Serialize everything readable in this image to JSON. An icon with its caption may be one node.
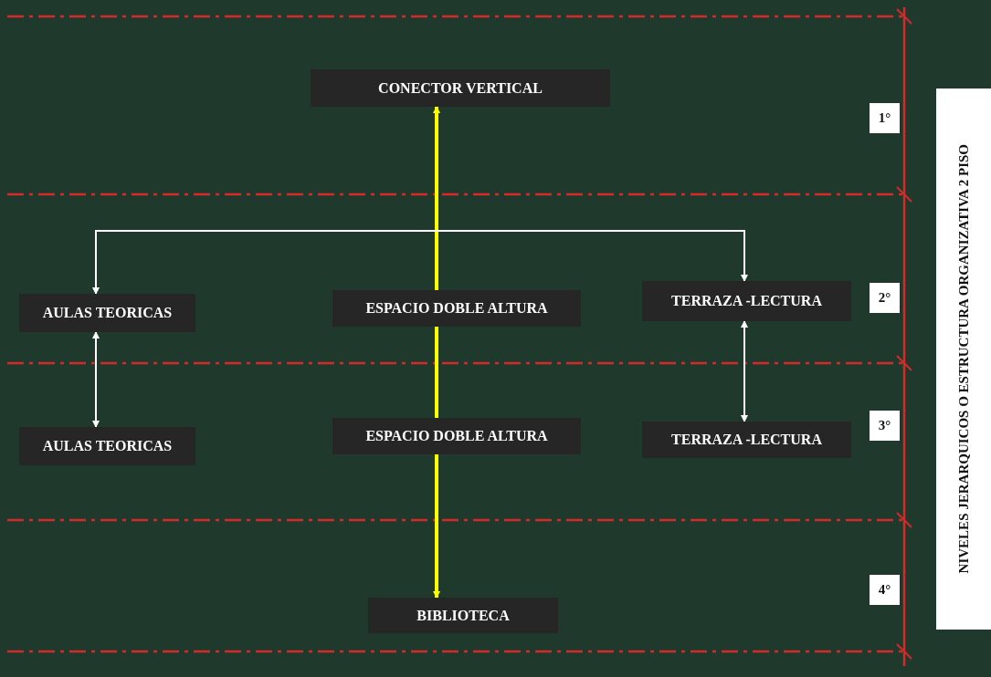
{
  "diagram": {
    "nodes": [
      {
        "text": [
          "CONECTOR VERTICAL"
        ]
      },
      {
        "text": [
          "AULAS TEORICAS"
        ]
      },
      {
        "text": [
          "ESPACIO DOBLE ALTURA"
        ]
      },
      {
        "text": [
          "TERRAZA -LECTURA"
        ]
      },
      {
        "text": [
          "AULAS TEORICAS"
        ]
      },
      {
        "text": [
          "ESPACIO DOBLE ALTURA"
        ]
      },
      {
        "text": [
          "TERRAZA -LECTURA"
        ]
      },
      {
        "text": [
          "BIBLIOTECA"
        ]
      }
    ],
    "edges": [
      {
        "from": 2,
        "to": 0,
        "arrow": "to",
        "style": "thick",
        "color": "#ffff00"
      },
      {
        "from": 2,
        "to": 5,
        "arrow": "none",
        "style": "thick",
        "color": "#ffff00"
      },
      {
        "from": 5,
        "to": 7,
        "arrow": "to",
        "style": "thick",
        "color": "#ffff00"
      },
      {
        "from": null,
        "to": 1,
        "arrow": "to"
      },
      {
        "from": null,
        "to": 3,
        "arrow": "to"
      },
      {
        "from": 1,
        "to": 4,
        "arrow": "both"
      },
      {
        "from": 3,
        "to": 6,
        "arrow": "both"
      }
    ],
    "labels": [
      "1°",
      "2°",
      "3°",
      "4°",
      "NIVELES JERARQUICOS O ESTRUCTURA ORGANIZATIVA 2 PISO"
    ]
  }
}
